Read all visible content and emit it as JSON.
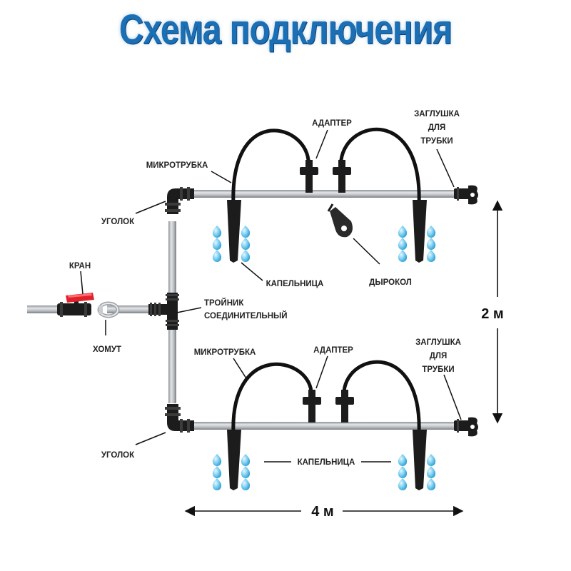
{
  "title": "Схема подключения",
  "labels": {
    "adapter_top": "АДАПТЕР",
    "plug_top_1": "ЗАГЛУШКА",
    "plug_top_2": "ДЛЯ",
    "plug_top_3": "ТРУБКИ",
    "microtube_top": "МИКРОТРУБКА",
    "elbow_top": "УГОЛОК",
    "valve": "КРАН",
    "dripper_top": "КАПЕЛЬНИЦА",
    "punch": "ДЫРОКОЛ",
    "tee_1": "ТРОЙНИК",
    "tee_2": "СОЕДИНИТЕЛЬНЫЙ",
    "clamp": "ХОМУТ",
    "microtube_bottom": "МИКРОТРУБКА",
    "adapter_bottom": "АДАПТЕР",
    "plug_bottom_1": "ЗАГЛУШКА",
    "plug_bottom_2": "ДЛЯ",
    "plug_bottom_3": "ТРУБКИ",
    "elbow_bottom": "УГОЛОК",
    "dripper_bottom": "КАПЕЛЬНИЦА"
  },
  "dimensions": {
    "height": "2 м",
    "width": "4 м"
  },
  "colors": {
    "title": "#1a6fb5",
    "pipe": "#b8bcc0",
    "fitting": "#1c1c1c",
    "valve_handle": "#e0212a",
    "water": "#5bc0eb"
  }
}
